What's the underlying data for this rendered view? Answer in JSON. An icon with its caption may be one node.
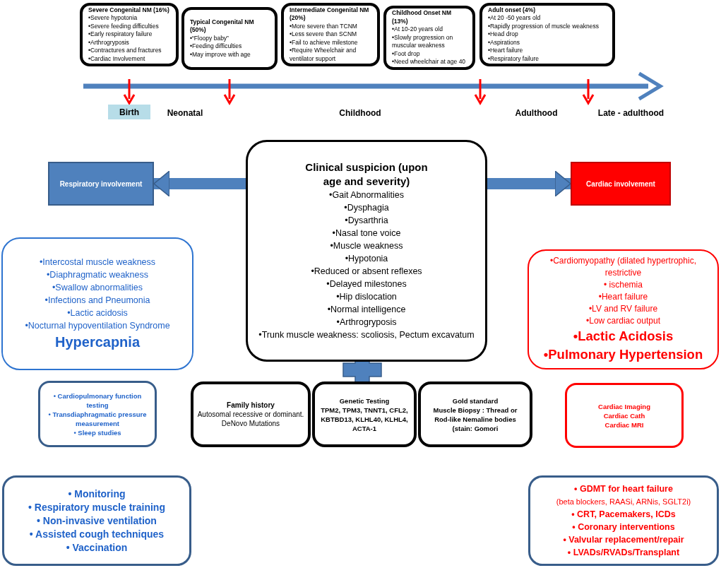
{
  "diagram": {
    "nodes": [
      {
        "text": [
          "Severe Congenital NM (16%)",
          "•Severe hypotonia",
          "•Severe feeding difficulties",
          "•Early respiratory failure",
          "•Arthrogryposis",
          "•Contractures and fractures",
          "•Cardiac Involvement"
        ]
      },
      {
        "text": [
          "Typical Congenital NM (50%)",
          "•“Floopy baby”",
          "•Feeding difficulties",
          "•May improve with age"
        ]
      },
      {
        "text": [
          "Intermediate Congenital NM (20%)",
          "•More severe than TCNM",
          "•Less severe than SCNM",
          "•Fail to achieve milestone",
          "•Require Wheelchair and ventilator support"
        ]
      },
      {
        "text": [
          "Childhood Onset NM (13%)",
          "•At 10-20 years old",
          "•Slowly progression on muscular weakness",
          "•Foot drop",
          "•Need wheelchair at age  40"
        ]
      },
      {
        "text": [
          "Adult onset  (4%)",
          "•At  20 -50 years old",
          "•Rapidly progression of muscle weakness",
          "•Head drop",
          "•Aspirations",
          "•Heart failure",
          "•Respiratory failure"
        ]
      },
      {
        "text": [
          "Birth"
        ]
      },
      {
        "text": [
          "Clinical suspicion (upon age and severity)",
          "•Gait Abnormalities",
          "•Dysphagia",
          "•Dysarthria",
          "•Nasal tone voice",
          "•Muscle weakness",
          "•Hypotonia",
          "•Reduced or absent reflexes",
          "•Delayed milestones",
          "•Hip dislocation",
          "•Normal intelligence",
          "•Arthrogryposis",
          "•Trunk muscle weakness: scoliosis, Pectum excavatum"
        ]
      },
      {
        "text": [
          "Respiratory involvement"
        ]
      },
      {
        "text": [
          "Cardiac  involvement"
        ]
      },
      {
        "text": [
          "•Intercostal muscle weakness",
          "•Diaphragmatic weakness",
          "•Swallow abnormalities",
          "•Infections and Pneumonia",
          "•Lactic acidosis",
          "•Nocturnal hypoventilation Syndrome",
          "Hypercapnia"
        ]
      },
      {
        "text": [
          "•Cardiomyopathy (dilated hypertrophic, restrictive",
          "• ischemia",
          "•Heart failure",
          "•LV and RV failure",
          "•Low cardiac output",
          "•Lactic Acidosis",
          "•Pulmonary Hypertension"
        ]
      },
      {
        "text": [
          "Family history",
          "Autosomal recessive or dominant. DeNovo Mutations"
        ]
      },
      {
        "text": [
          "Genetic Testing",
          "TPM2, TPM3, TNNT1, CFL2, KBTBD13, KLHL40, KLHL4, ACTA-1"
        ]
      },
      {
        "text": [
          "Gold  standard",
          "Muscle Biopsy :  Thread or Rod-like Nemaline bodies (stain: Gomori"
        ]
      },
      {
        "text": [
          "• Cardiopulmonary function testing",
          "• Transdiaphragmatic pressure measurement",
          "• Sleep studies"
        ]
      },
      {
        "text": [
          "Cardiac Imaging",
          "Cardiac Cath",
          "Cardiac MRI"
        ]
      },
      {
        "text": [
          "• Monitoring",
          "• Respiratory muscle training",
          "• Non-invasive ventilation",
          "• Assisted cough techniques",
          "• Vaccination"
        ]
      },
      {
        "text": [
          "• GDMT for heart failure",
          "(beta blockers, RAASi, ARNis, SGLT2i)",
          "• CRT, Pacemakers, ICDs",
          "• Coronary interventions",
          "• Valvular replacement/repair",
          "• LVADs/RVADs/Transplant"
        ]
      }
    ],
    "edges": [
      {
        "from": 6,
        "to": 7,
        "arrow": "to"
      },
      {
        "from": 6,
        "to": 8,
        "arrow": "to"
      }
    ],
    "labels": [
      "Neonatal",
      "Childhood",
      "Adulthood",
      "Late - adulthood"
    ]
  }
}
